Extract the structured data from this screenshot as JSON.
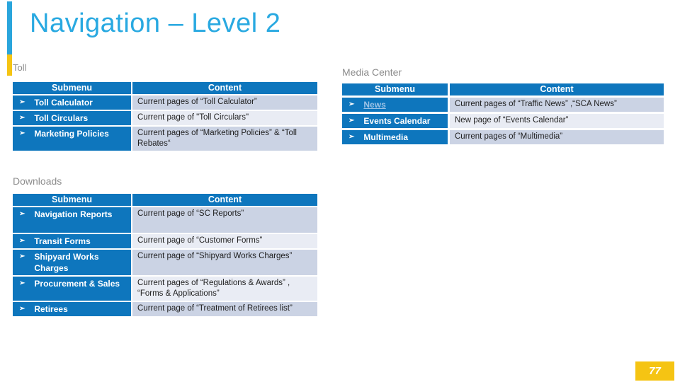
{
  "slide": {
    "title": "Navigation – Level 2",
    "page_number": "77",
    "bullet": "➢",
    "colors": {
      "accent_blue": "#29a9e1",
      "accent_yellow": "#f5c413",
      "table_header_blue": "#0e76bd",
      "row_band_dark": "#cbd3e4",
      "row_band_light": "#e9ecf4",
      "heading_gray": "#8c8c8c",
      "hyperlink_blue": "#9dc3e6"
    }
  },
  "sections": [
    {
      "heading": "Toll",
      "columns": {
        "submenu": "Submenu",
        "content": "Content"
      },
      "rows": [
        {
          "submenu": "Toll Calculator",
          "content": "Current pages of  “Toll Calculator”"
        },
        {
          "submenu": "Toll Circulars",
          "content": "Current page of \"Toll Circulars\""
        },
        {
          "submenu": "Marketing Policies",
          "content": "Current pages of  “Marketing Policies” & “Toll Rebates“"
        }
      ]
    },
    {
      "heading": "Media Center",
      "columns": {
        "submenu": "Submenu",
        "content": "Content"
      },
      "rows": [
        {
          "submenu": "News",
          "content": "Current pages of  “Traffic News” ,“SCA News”"
        },
        {
          "submenu": "Events Calendar",
          "content": "New page of  “Events Calendar”"
        },
        {
          "submenu": "Multimedia",
          "content": "Current pages of  “Multimedia”"
        }
      ]
    },
    {
      "heading": "Downloads",
      "columns": {
        "submenu": "Submenu",
        "content": "Content"
      },
      "rows": [
        {
          "submenu": "Navigation Reports",
          "content": "Current page of  “SC Reports”"
        },
        {
          "submenu": "Transit Forms",
          "content": "Current page of  “Customer Forms”"
        },
        {
          "submenu": "Shipyard Works Charges",
          "content": "Current page of  “Shipyard Works Charges”"
        },
        {
          "submenu": "Procurement & Sales",
          "content": "Current pages of “Regulations & Awards” ,  “Forms & Applications”"
        },
        {
          "submenu": "Retirees",
          "content": "Current page of  “Treatment of Retirees list”"
        }
      ]
    }
  ]
}
